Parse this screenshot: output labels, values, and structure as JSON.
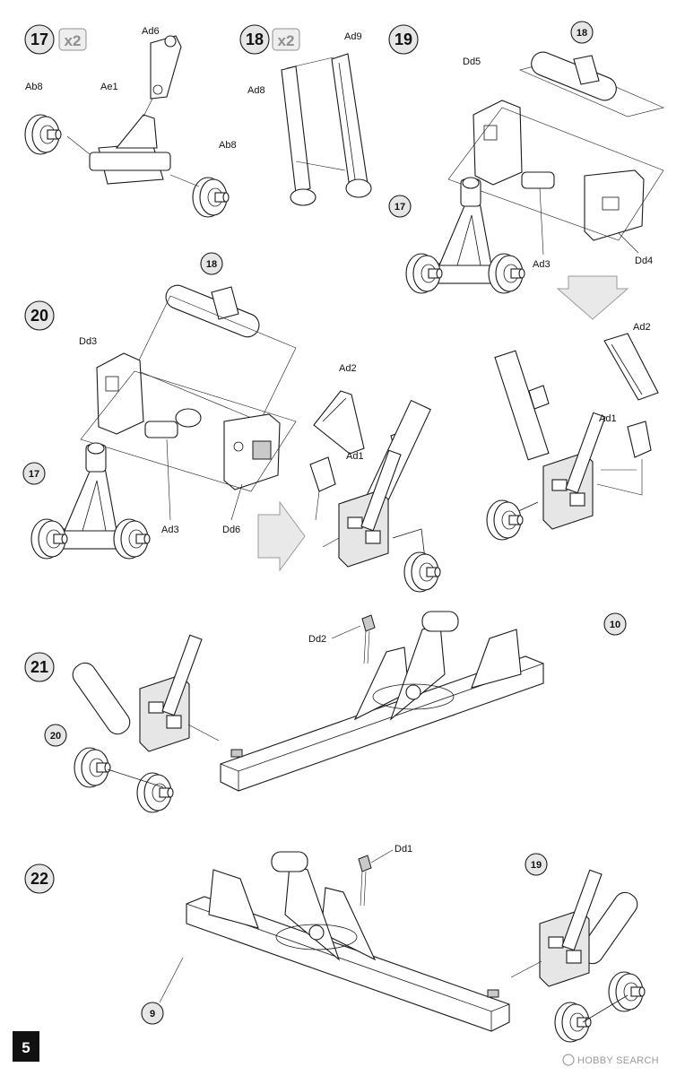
{
  "page_number": "5",
  "multiplier": "x2",
  "watermark": "HOBBY SEARCH",
  "steps": [
    {
      "number": "17",
      "parts": [
        "Ad6",
        "Ab8",
        "Ae1",
        "Ab8"
      ]
    },
    {
      "number": "18",
      "parts": [
        "Ad9",
        "Ad8"
      ]
    },
    {
      "number": "19",
      "parts": [
        "Dd5",
        "Dd4",
        "Ad3"
      ],
      "refs": [
        "18",
        "17"
      ]
    },
    {
      "number": "20",
      "parts": [
        "Dd3",
        "Ad3",
        "Dd6",
        "Ad2",
        "Ad1",
        "Ad2",
        "Ad1"
      ],
      "refs": [
        "18",
        "17"
      ]
    },
    {
      "number": "21",
      "parts": [
        "Dd2"
      ],
      "refs": [
        "10",
        "20"
      ]
    },
    {
      "number": "22",
      "parts": [
        "Dd1"
      ],
      "refs": [
        "19",
        "9"
      ]
    }
  ]
}
